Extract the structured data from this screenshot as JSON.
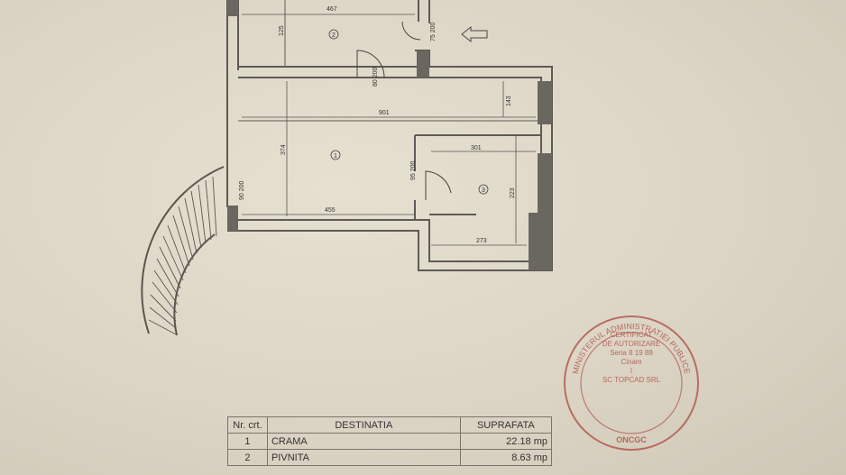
{
  "plan": {
    "dimensions": {
      "d467": "467",
      "d125": "125",
      "d75_200": "75\n200",
      "d901_top": "901",
      "d143": "143",
      "d374": "374",
      "d95_200": "95\n200",
      "d301": "301",
      "d455": "455",
      "d273": "273",
      "d223": "223",
      "d80_200": "80\n200",
      "d90_200": "90\n200"
    },
    "rooms": {
      "r1": "1",
      "r2": "2",
      "r3": "3"
    }
  },
  "legend": {
    "headers": {
      "nr": "Nr. crt.",
      "dest": "DESTINATIA",
      "area": "SUPRAFATA"
    },
    "rows": [
      {
        "nr": "1",
        "dest": "CRAMA",
        "area": "22.18 mp"
      },
      {
        "nr": "2",
        "dest": "PIVNITA",
        "area": "8.63 mp"
      }
    ]
  },
  "stamp": {
    "ring_text": "MINISTERUL ADMINISTRATIEI PUBLICE",
    "line1": "CERTIFICAT",
    "line2": "DE AUTORIZARE",
    "line3": "Seria 8 19 88",
    "line4": "Cinam",
    "line5": "I",
    "line6": "SC TOPCAD SRL",
    "bottom": "ONCGC",
    "color": "#b0544a"
  }
}
